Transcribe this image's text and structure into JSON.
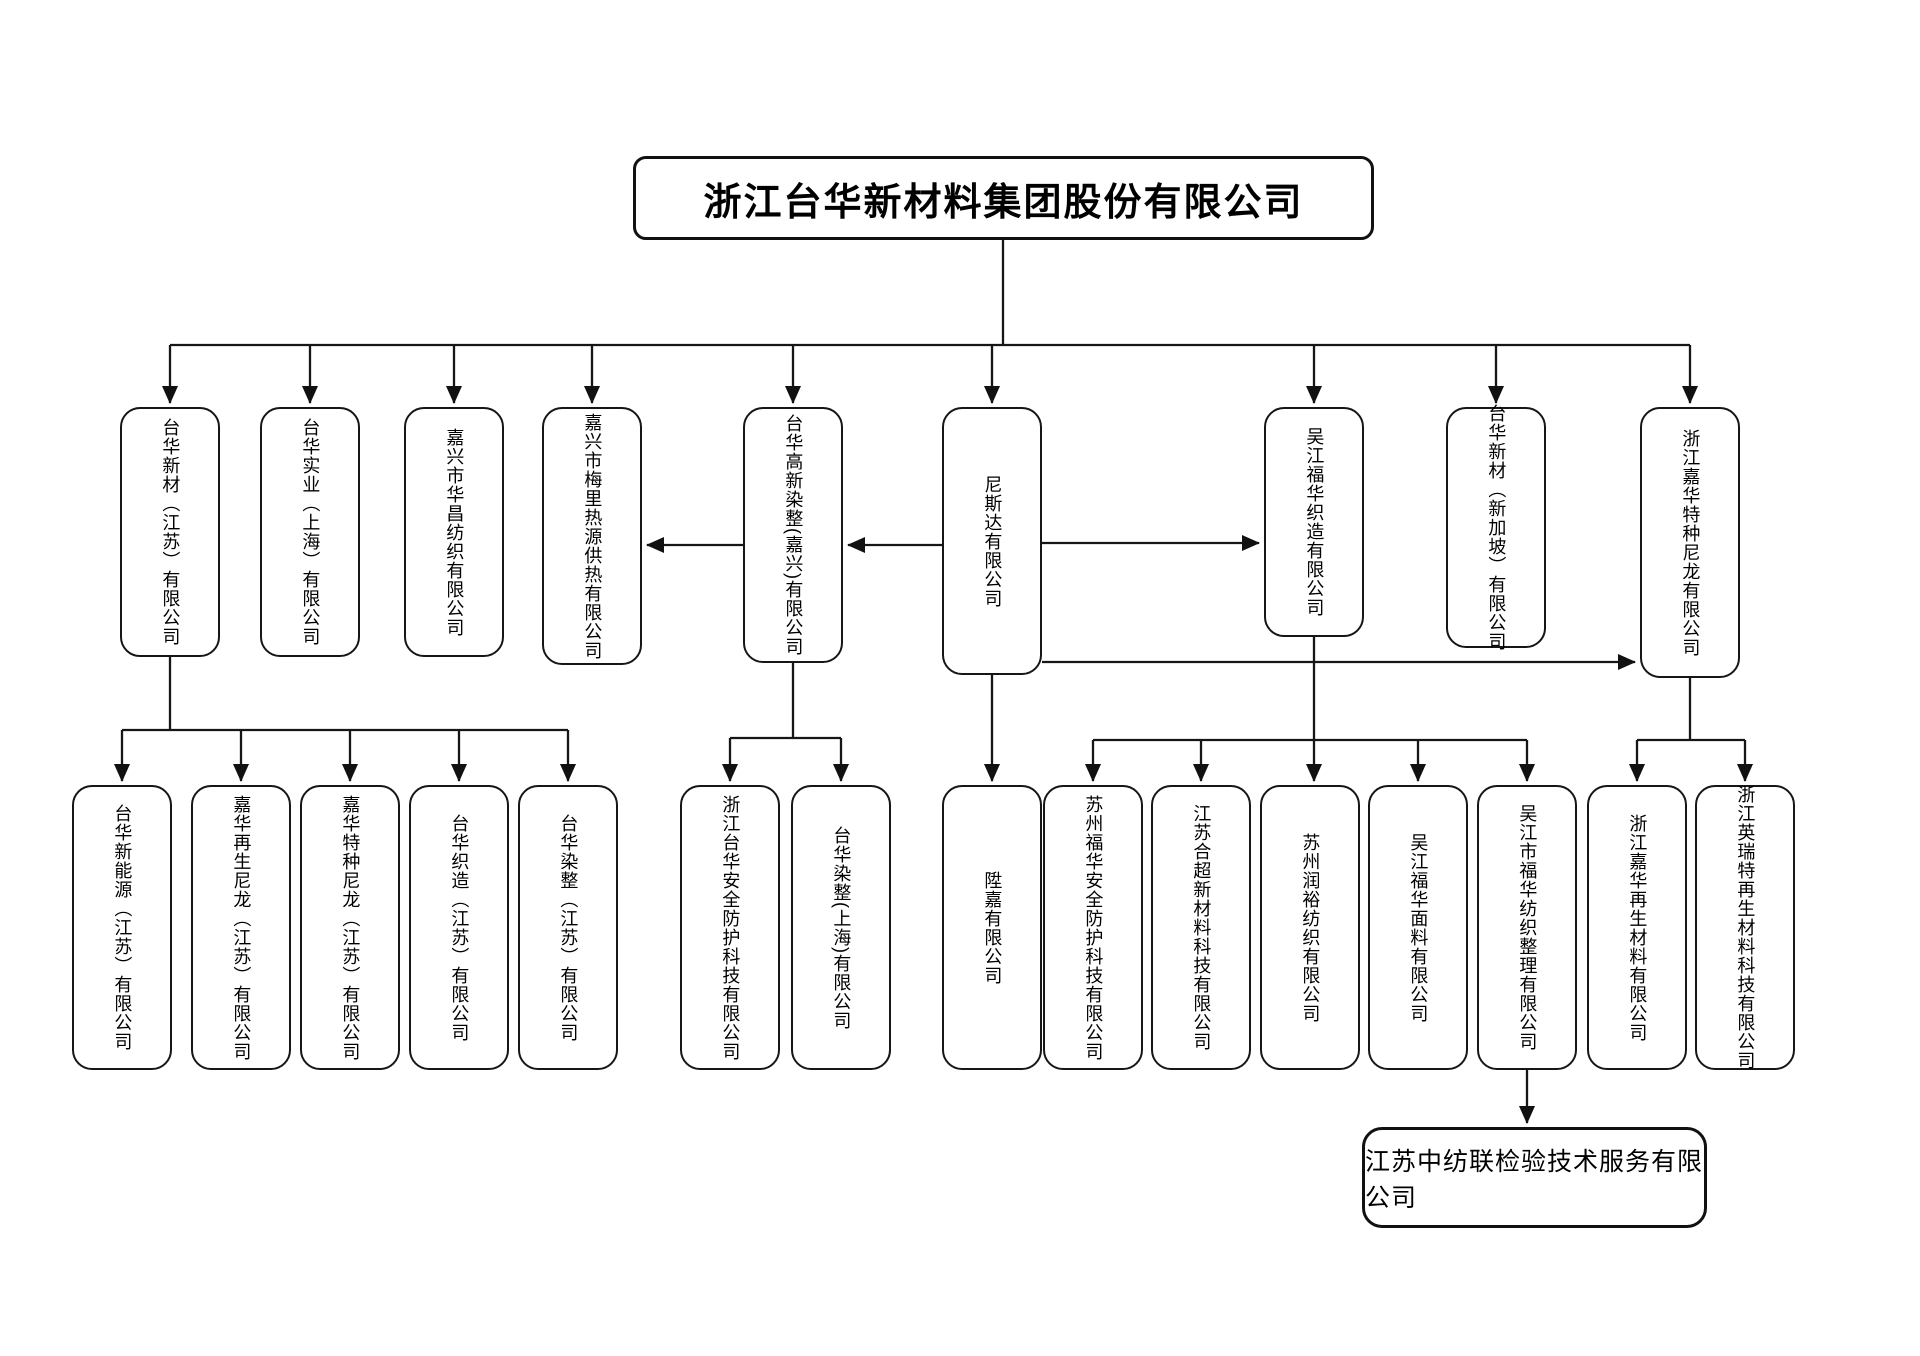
{
  "diagram": {
    "type": "org-chart",
    "colors": {
      "background": "#ffffff",
      "line": "#161616",
      "box_border": "#161616",
      "box_fill": "#ffffff",
      "text": "#000000"
    },
    "root": {
      "name": "浙江台华新材料集团股份有限公司"
    },
    "subsidiaries": [
      {
        "name": "台华新材（江苏）有限公司",
        "children": [
          "台华新能源（江苏）有限公司",
          "嘉华再生尼龙（江苏）有限公司",
          "嘉华特种尼龙（江苏）有限公司",
          "台华织造（江苏）有限公司",
          "台华染整（江苏）有限公司"
        ]
      },
      {
        "name": "台华实业（上海）有限公司",
        "children": []
      },
      {
        "name": "嘉兴市华昌纺织有限公司",
        "children": []
      },
      {
        "name": "嘉兴市梅里热源供热有限公司",
        "children": []
      },
      {
        "name": "台华高新染整(嘉兴)有限公司",
        "children": [
          "浙江台华安全防护科技有限公司",
          "台华染整(上海)有限公司"
        ]
      },
      {
        "name": "尼斯达有限公司",
        "children": [
          "陞嘉有限公司"
        ]
      },
      {
        "name": "吴江福华织造有限公司",
        "children": [
          "苏州福华安全防护科技有限公司",
          "江苏合超新材料科技有限公司",
          "苏州润裕纺织有限公司",
          "吴江福华面料有限公司",
          "吴江市福华纺织整理有限公司"
        ]
      },
      {
        "name": "台华新材（新加坡）有限公司",
        "children": []
      },
      {
        "name": "浙江嘉华特种尼龙有限公司",
        "children": [
          "浙江嘉华再生材料有限公司",
          "浙江英瑞特再生材料科技有限公司"
        ]
      }
    ],
    "grandchild": {
      "parent": "吴江市福华纺织整理有限公司",
      "name": "江苏中纺联检验技术服务有限公司"
    },
    "cross_links": [
      {
        "from": "尼斯达有限公司",
        "to": "台华高新染整(嘉兴)有限公司"
      },
      {
        "from": "台华高新染整(嘉兴)有限公司",
        "to": "嘉兴市梅里热源供热有限公司"
      },
      {
        "from": "尼斯达有限公司",
        "to": "吴江福华织造有限公司"
      },
      {
        "from": "尼斯达有限公司",
        "to": "浙江嘉华特种尼龙有限公司"
      }
    ]
  }
}
